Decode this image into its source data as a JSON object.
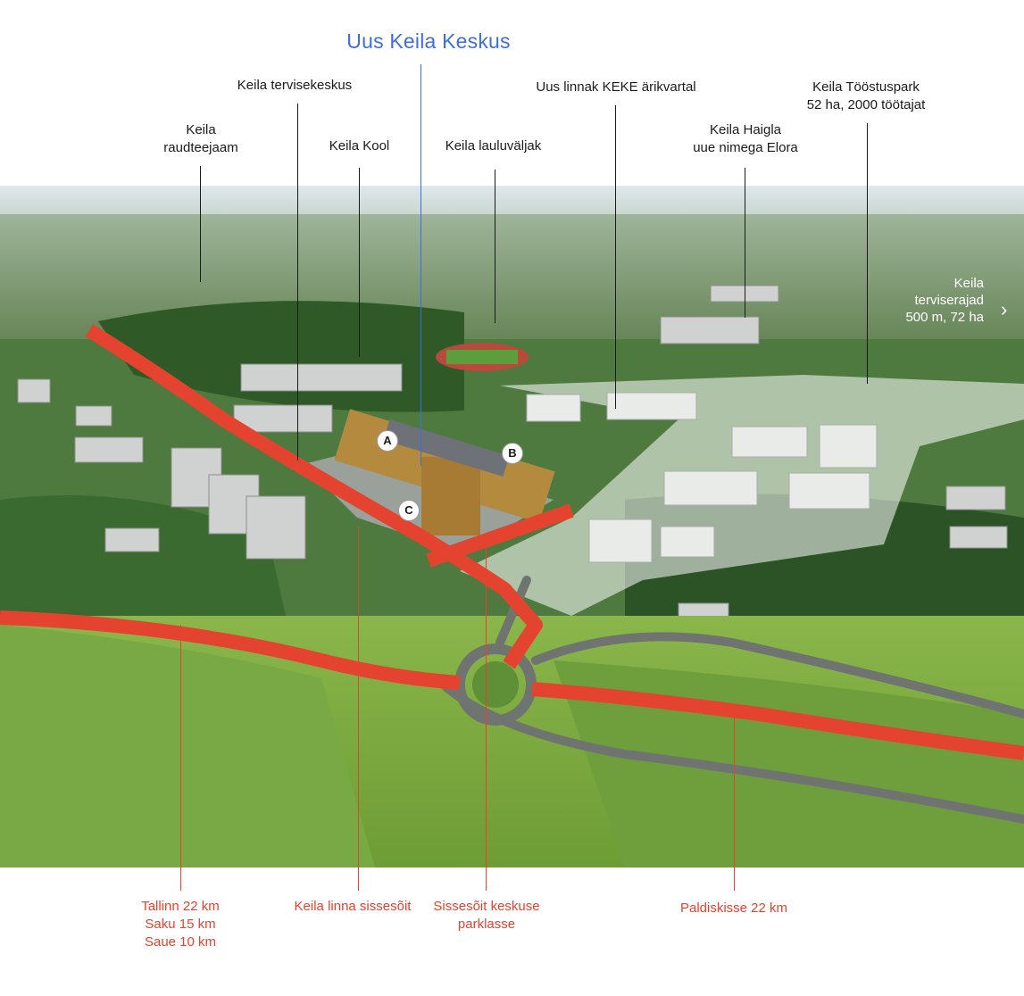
{
  "main_title": "Uus Keila Keskus",
  "top_callouts": {
    "tervisekeskus": [
      "Keila tervisekeskus"
    ],
    "raudteejaam": [
      "Keila",
      "raudteejaam"
    ],
    "kool": [
      "Keila Kool"
    ],
    "lauluvaljak": [
      "Keila lauluväljak"
    ],
    "keke": [
      "Uus linnak KEKE ärikvartal"
    ],
    "haigla": [
      "Keila Haigla",
      "uue nimega Elora"
    ],
    "toostuspark": [
      "Keila Tööstuspark",
      "52 ha, 2000 töötajat"
    ]
  },
  "side_callout": [
    "Keila",
    "terviserajad",
    "500 m, 72 ha"
  ],
  "bottom_callouts": {
    "tallinn": [
      "Tallinn 22 km",
      "Saku 15 km",
      "Saue 10 km"
    ],
    "linna_sissesoit": [
      "Keila linna sissesõit"
    ],
    "parkla": [
      "Sissesõit keskuse",
      "parklasse"
    ],
    "paldiski": [
      "Paldiskisse 22 km"
    ]
  },
  "markers": [
    "A",
    "B",
    "C"
  ],
  "colors": {
    "route_red": "#e4432f",
    "title_blue": "#3d6fd6",
    "label_dark": "#1b1b1b",
    "grass": "#7fae3e",
    "forest": "#2f5a28"
  },
  "icons": {
    "side_chevron": "chevron-right-icon"
  }
}
